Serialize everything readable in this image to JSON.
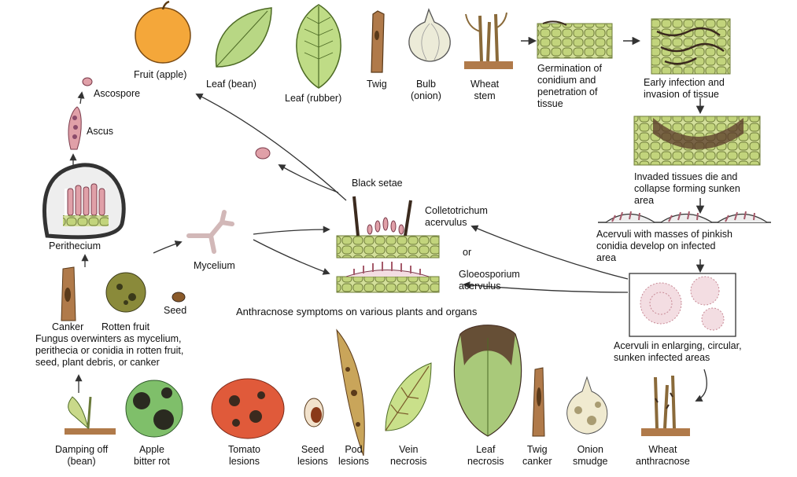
{
  "labels": {
    "fruit_apple": "Fruit (apple)",
    "leaf_bean": "Leaf (bean)",
    "leaf_rubber": "Leaf (rubber)",
    "twig": "Twig",
    "bulb_onion": "Bulb\n(onion)",
    "wheat_stem": "Wheat\nstem",
    "germination": "Germination of\nconidium and\npenetration of\ntissue",
    "early_infection": "Early infection and\ninvasion of tissue",
    "invaded_tissues": "Invaded tissues die and\ncollapse forming sunken\narea",
    "acervuli_masses": "Acervuli with masses of pinkish\nconidia develop on infected\narea",
    "acervuli_enlarging": "Acervuli in enlarging, circular,\nsunken infected areas",
    "ascospore": "Ascospore",
    "ascus": "Ascus",
    "perithecium": "Perithecium",
    "mycelium": "Mycelium",
    "black_setae": "Black setae",
    "colletotrichum": "Colletotrichum\nacervulus",
    "or": "or",
    "gloeosporium": "Gloeosporium\nacervulus",
    "canker": "Canker",
    "rotten_fruit": "Rotten fruit",
    "seed": "Seed",
    "overwinter": "Fungus overwinters as mycelium,\nperithecia or conidia in rotten fruit,\nseed, plant debris, or canker",
    "symptoms_heading": "Anthracnose symptoms on various plants and organs",
    "damping_off": "Damping off\n(bean)",
    "apple_bitter_rot": "Apple\nbitter rot",
    "tomato_lesions": "Tomato\nlesions",
    "seed_lesions": "Seed\nlesions",
    "pod_lesions": "Pod\nlesions",
    "vein_necrosis": "Vein\nnecrosis",
    "leaf_necrosis": "Leaf\nnecrosis",
    "twig_canker": "Twig\ncanker",
    "onion_smudge": "Onion\nsmudge",
    "wheat_anthracnose": "Wheat\nanthracnose"
  },
  "colors": {
    "cell_green": "#c9d98a",
    "apple_orange": "#f4a73a",
    "leaf_green": "#b5d27a",
    "lesion_dark": "#3b2a1e",
    "spore_pink": "#e0a0a8",
    "stem_brown": "#b07a4a",
    "line": "#444444"
  }
}
